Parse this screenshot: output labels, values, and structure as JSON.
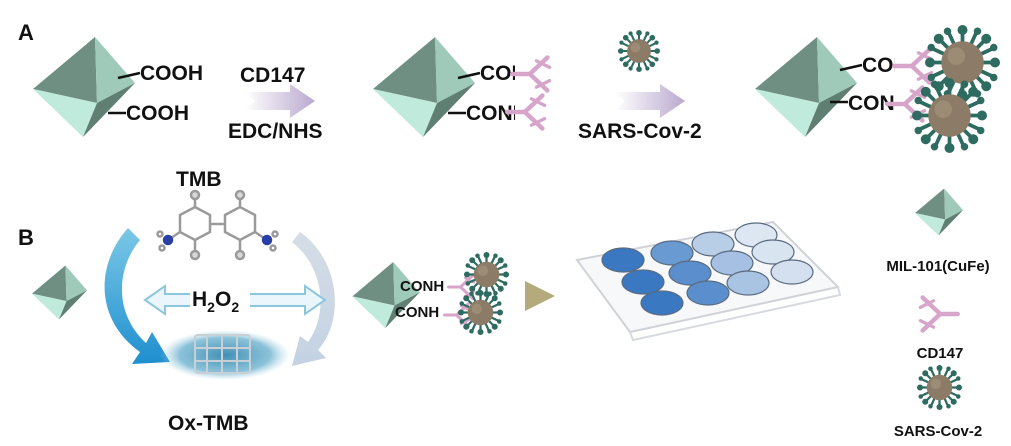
{
  "panels": {
    "a": "A",
    "b": "B"
  },
  "panel_a": {
    "group1": "COOH",
    "group2": "COOH",
    "reagent_top": "CD147",
    "reagent_bottom": "EDC/NHS",
    "amide1": "CONH",
    "amide2": "CONH",
    "step2_label": "SARS-Cov-2",
    "amide3": "CONH",
    "amide4": "CONH"
  },
  "panel_b": {
    "tmb_label": "TMB",
    "h2o2": {
      "h": "H",
      "sub1": "2",
      "o": "O",
      "sub2": "2"
    },
    "oxtmb_label": "Ox-TMB",
    "amide1": "CONH",
    "amide2": "CONH"
  },
  "legend": {
    "mof": "MIL-101(CuFe)",
    "antibody": "CD147",
    "virus": "SARS-Cov-2"
  },
  "colors": {
    "octa_dark": "#6f8f83",
    "octa_light": "#bfe9dc",
    "antibody": "#d6a5c9",
    "virus_core": "#8c7b66",
    "virus_spike": "#2e6b60",
    "arrow_blue": "#2b9fd0",
    "well_dark": "#3a78c2"
  }
}
